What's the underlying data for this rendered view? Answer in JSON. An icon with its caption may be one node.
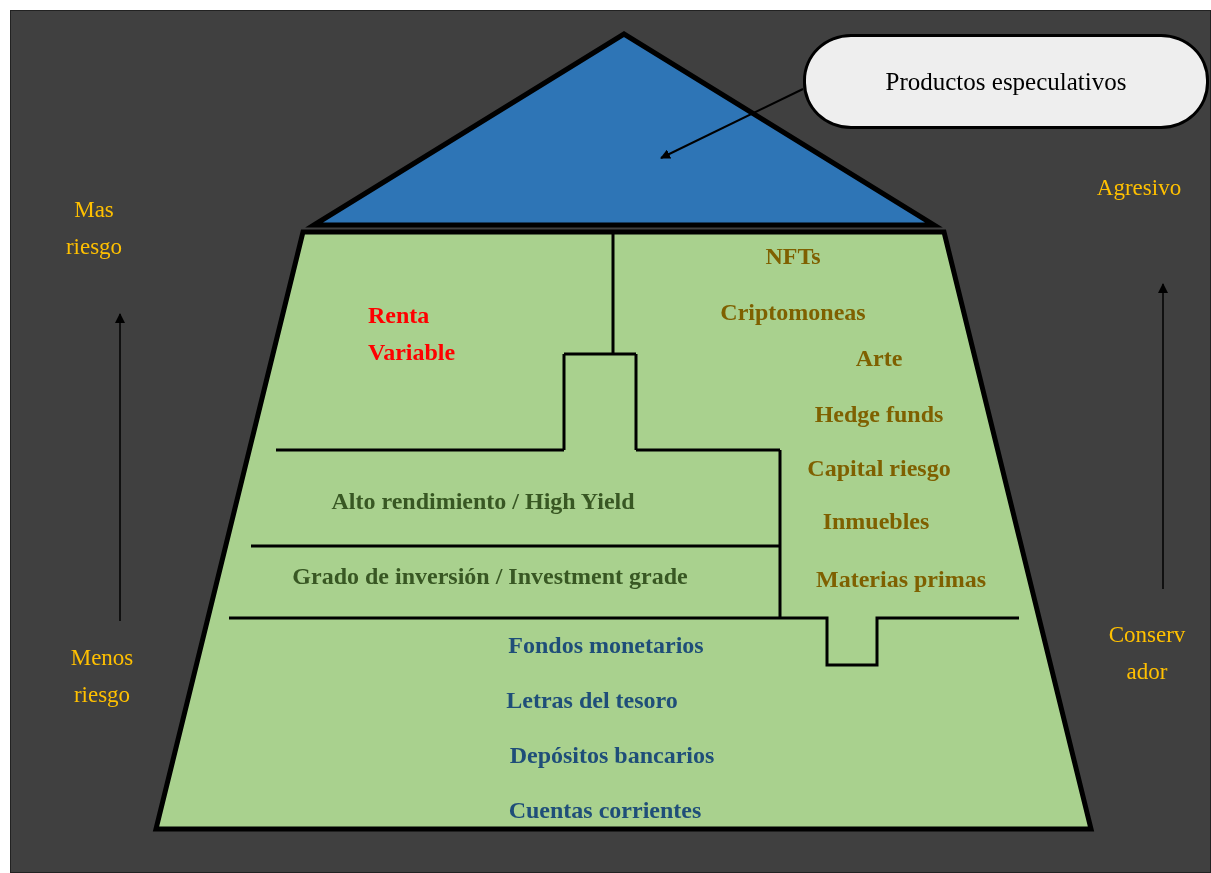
{
  "diagram": {
    "nodes": [
      {
        "text": [],
        "shape": "triangle"
      },
      {
        "text": [
          "Productos especulativos"
        ]
      },
      {
        "text": [],
        "shape": "trapezoid"
      },
      {
        "text": [
          "Renta Variable"
        ],
        "in": 2
      },
      {
        "text": [
          "NFTs",
          "Criptomoneas",
          "Arte",
          "Hedge funds",
          "Capital riesgo",
          "Inmuebles",
          "Materias primas"
        ],
        "in": 2
      },
      {
        "text": [
          "Alto rendimiento / High Yield"
        ],
        "in": 2
      },
      {
        "text": [
          "Grado de inversión / Investment grade"
        ],
        "in": 2
      },
      {
        "text": [
          "Fondos monetarios",
          "Letras del tesoro",
          "Depósitos bancarios",
          "Cuentas corrientes"
        ],
        "in": 2
      }
    ],
    "edges": [
      {
        "from": 1,
        "to": 0,
        "arrow": "to"
      }
    ],
    "labels": [
      "Mas riesgo",
      "Agresivo",
      "Menos riesgo",
      "Conservador"
    ]
  }
}
